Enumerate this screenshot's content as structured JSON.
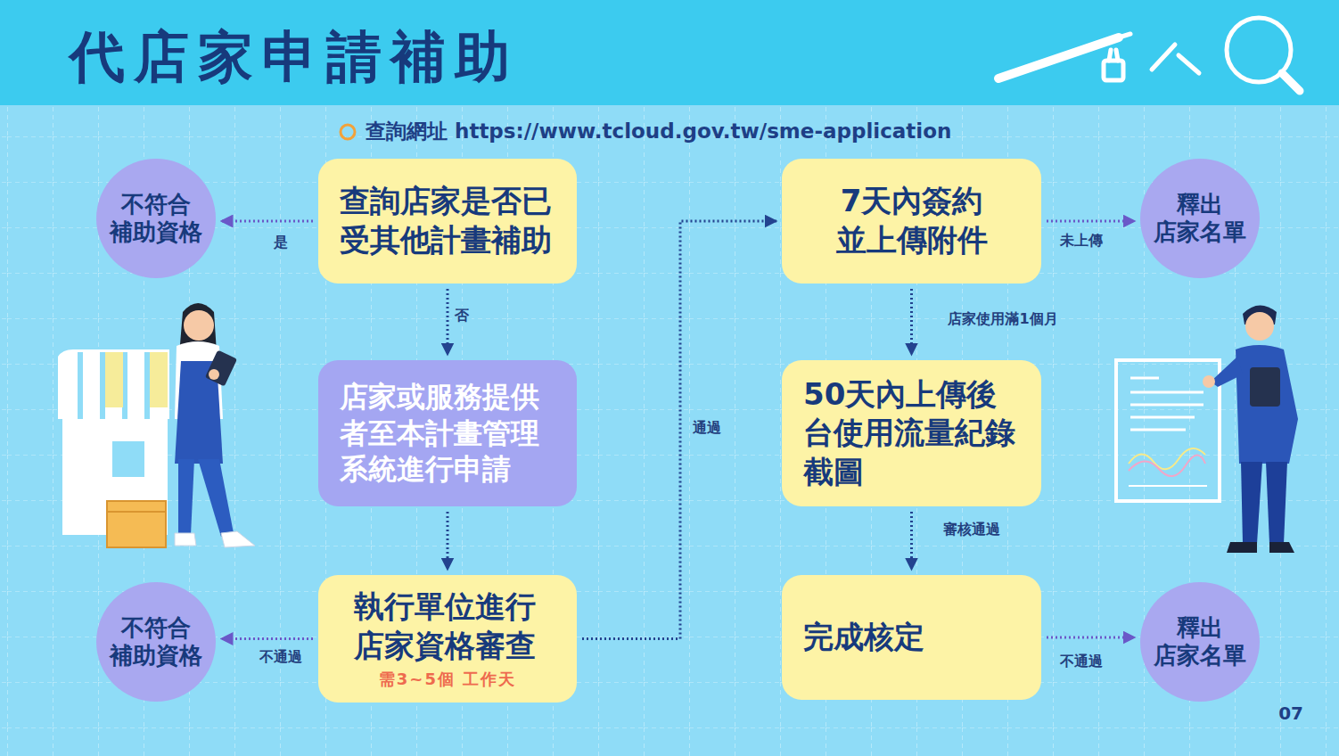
{
  "diagram": {
    "title": "代店家申請補助",
    "nodes": [
      {
        "text": [
          "不符合 補助資格"
        ]
      },
      {
        "text": [
          "查詢店家是否已受其他計畫補助"
        ]
      },
      {
        "text": [
          "7天內簽約 並上傳附件"
        ]
      },
      {
        "text": [
          "釋出 店家名單"
        ]
      },
      {
        "text": [
          "店家或服務提供者至本計畫管理系統進行申請"
        ]
      },
      {
        "text": [
          "50天內上傳後台使用流量紀錄截圖"
        ]
      },
      {
        "text": [
          "不符合 補助資格"
        ]
      },
      {
        "text": [
          "執行單位進行店家資格審查",
          "需3~5個 工作天"
        ]
      },
      {
        "text": [
          "完成核定"
        ]
      },
      {
        "text": [
          "釋出 店家名單"
        ]
      }
    ],
    "edges": [
      {
        "from": 1,
        "to": 0,
        "label": "是",
        "arrow": "to"
      },
      {
        "from": 1,
        "to": 4,
        "label": "否",
        "arrow": "to"
      },
      {
        "from": 4,
        "to": 7,
        "arrow": "to"
      },
      {
        "from": 7,
        "to": 6,
        "label": "不通過",
        "arrow": "to"
      },
      {
        "from": 7,
        "to": 2,
        "label": "通過",
        "arrow": "to"
      },
      {
        "from": 2,
        "to": 3,
        "label": "未上傳",
        "arrow": "to"
      },
      {
        "from": 2,
        "to": 5,
        "label": "店家使用滿1個月",
        "arrow": "to"
      },
      {
        "from": 5,
        "to": 8,
        "label": "審核通過",
        "arrow": "to"
      },
      {
        "from": 8,
        "to": 9,
        "label": "不通過",
        "arrow": "to"
      }
    ],
    "labels": [
      "查詢網址 https://www.tcloud.gov.tw/sme-application",
      "07"
    ]
  }
}
